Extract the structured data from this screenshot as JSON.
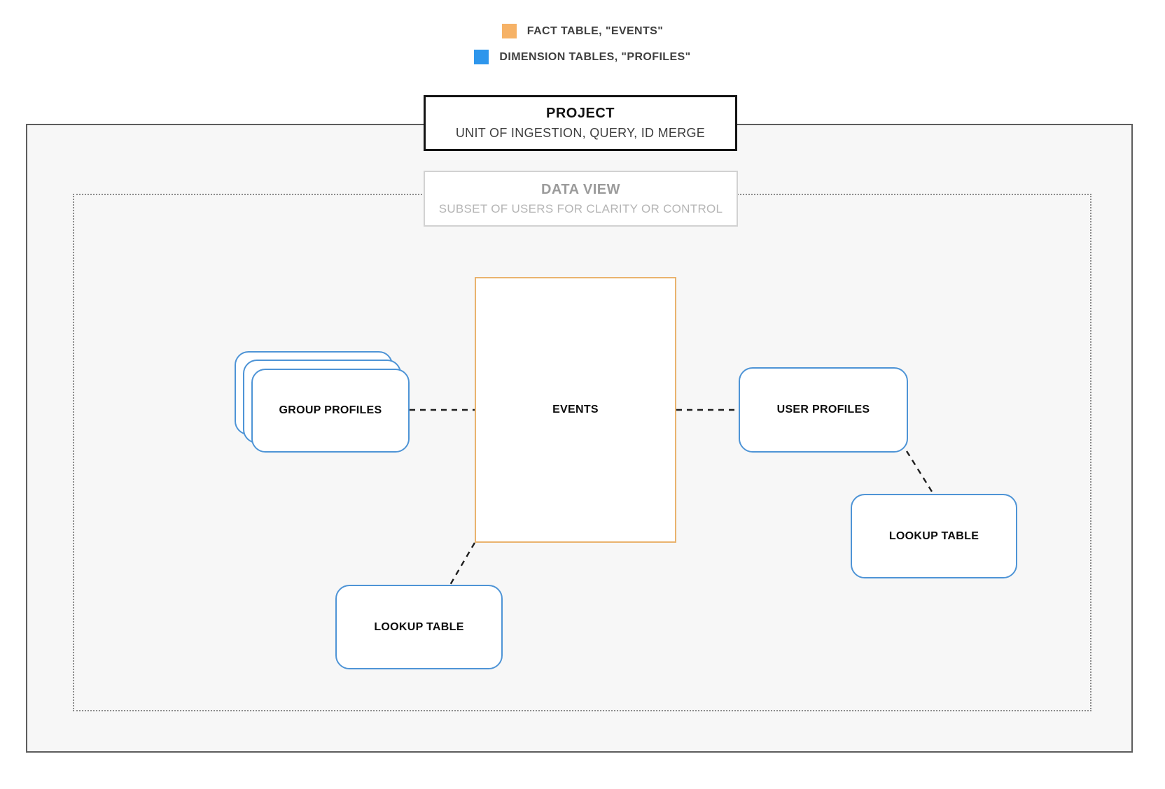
{
  "legend": {
    "items": [
      {
        "icon": "orange-square",
        "color": "#f6b266",
        "label": "FACT TABLE, \"EVENTS\""
      },
      {
        "icon": "blue-square",
        "color": "#2e96ec",
        "label": "DIMENSION TABLES, \"PROFILES\""
      }
    ]
  },
  "project": {
    "title": "PROJECT",
    "subtitle": "UNIT OF INGESTION, QUERY, ID MERGE"
  },
  "data_view": {
    "title": "DATA VIEW",
    "subtitle": "SUBSET OF USERS FOR CLARITY OR CONTROL"
  },
  "nodes": {
    "events": {
      "label": "EVENTS",
      "border_color": "#e9b36e"
    },
    "group_profiles": {
      "label": "GROUP PROFILES",
      "border_color": "#4e94d6"
    },
    "user_profiles": {
      "label": "USER PROFILES",
      "border_color": "#4e94d6"
    },
    "lookup_table_bottom": {
      "label": "LOOKUP TABLE",
      "border_color": "#4e94d6"
    },
    "lookup_table_right": {
      "label": "LOOKUP TABLE",
      "border_color": "#4e94d6"
    }
  },
  "colors": {
    "connector": "#1f1f1f",
    "project_boundary_border": "#5d5d5d",
    "data_view_boundary_border": "#8c8c8c",
    "boundary_background": "#f7f7f7"
  }
}
